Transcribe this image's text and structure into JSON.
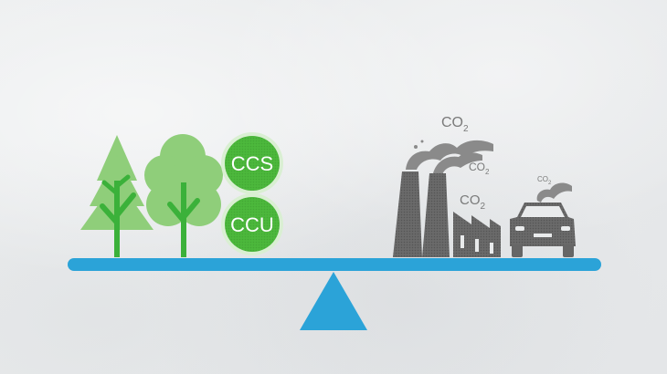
{
  "illustration": {
    "badges": {
      "ccs": "CCS",
      "ccu": "CCU"
    },
    "emission_labels": [
      {
        "text": "CO",
        "subscript": "2"
      },
      {
        "text": "CO",
        "subscript": "2"
      },
      {
        "text": "CO",
        "subscript": "2"
      },
      {
        "text": "CO",
        "subscript": "2"
      }
    ],
    "colors": {
      "tree_light": "#8fce7a",
      "tree_dark": "#3bb13a",
      "badge_green": "#4cb83c",
      "industry_gray": "#666666",
      "smoke_gray": "#8a8a8a",
      "balance_blue": "#2ba3d8"
    },
    "icons": [
      "pine-tree-icon",
      "deciduous-tree-icon",
      "factory-icon",
      "car-icon",
      "smoke-icon",
      "balance-scale-icon"
    ]
  }
}
